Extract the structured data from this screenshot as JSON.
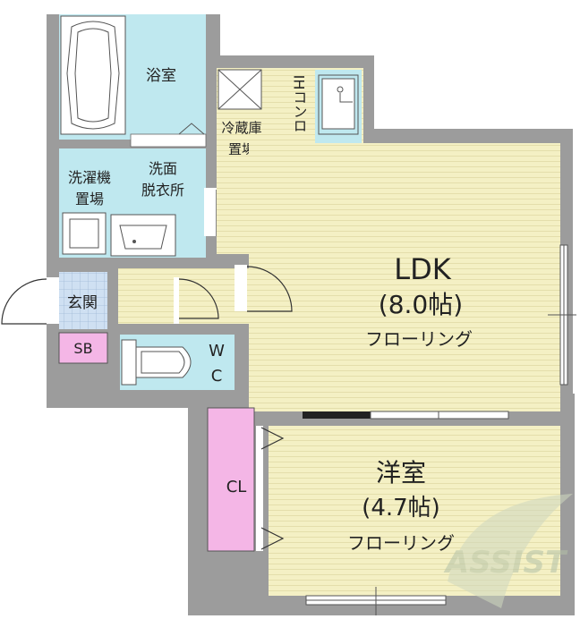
{
  "rooms": {
    "bath": "浴室",
    "laundry_line1": "洗濯機",
    "laundry_line2": "置場",
    "washroom_line1": "洗面",
    "washroom_line2": "脱衣所",
    "fridge_line1": "冷蔵庫",
    "fridge_line2": "置場",
    "stove_vertical": "IHコンロ",
    "ldk_title": "LDK",
    "ldk_size": "(8.0帖)",
    "ldk_floor": "フローリング",
    "entrance": "玄関",
    "shoebox": "SB",
    "wc_line1": "W",
    "wc_line2": "C",
    "closet": "CL",
    "western_title": "洋室",
    "western_size": "(4.7帖)",
    "western_floor": "フローリング"
  },
  "watermark": "ASSIST",
  "colors": {
    "wall": "#9c9c9c",
    "floor": "#f4f0c4",
    "wet_area": "#bfe8ef",
    "entrance_tile": "#cfe0f2",
    "shoebox": "#f4b6e6",
    "closet": "#f4b6e6"
  }
}
